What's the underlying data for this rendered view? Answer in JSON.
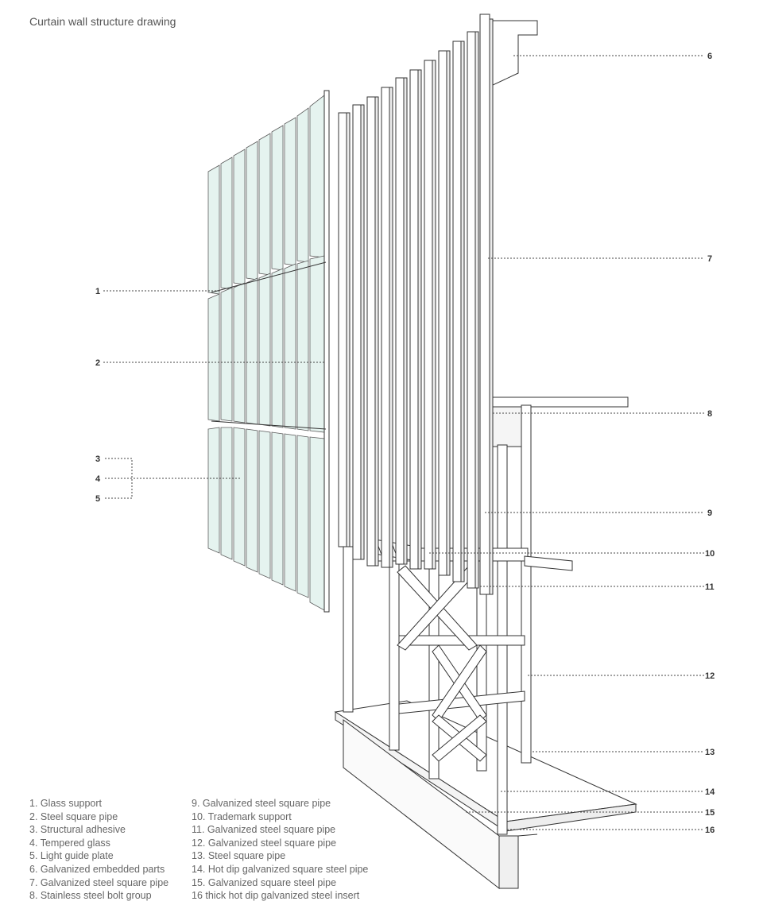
{
  "title": "Curtain wall structure drawing",
  "callouts": {
    "c1": "1",
    "c2": "2",
    "c3": "3",
    "c4": "4",
    "c5": "5",
    "c6": "6",
    "c7": "7",
    "c8": "8",
    "c9": "9",
    "c10": "10",
    "c11": "11",
    "c12": "12",
    "c13": "13",
    "c14": "14",
    "c15": "15",
    "c16": "16"
  },
  "legend": {
    "left": [
      "1. Glass support",
      "2. Steel square pipe",
      "3. Structural adhesive",
      "4. Tempered glass",
      "5. Light guide plate",
      "6. Galvanized embedded parts",
      "7. Galvanized steel square pipe",
      "8. Stainless steel bolt group"
    ],
    "right": [
      "9. Galvanized steel square pipe",
      "10. Trademark support",
      "11. Galvanized steel square pipe",
      "12. Galvanized steel square pipe",
      "13. Steel square pipe",
      "14. Hot dip galvanized square steel pipe",
      "15. Galvanized square steel pipe",
      "16 thick hot dip galvanized steel insert"
    ]
  },
  "colors": {
    "glass": "#e4f3ef",
    "line": "#333333",
    "structure": "#ffffff"
  }
}
